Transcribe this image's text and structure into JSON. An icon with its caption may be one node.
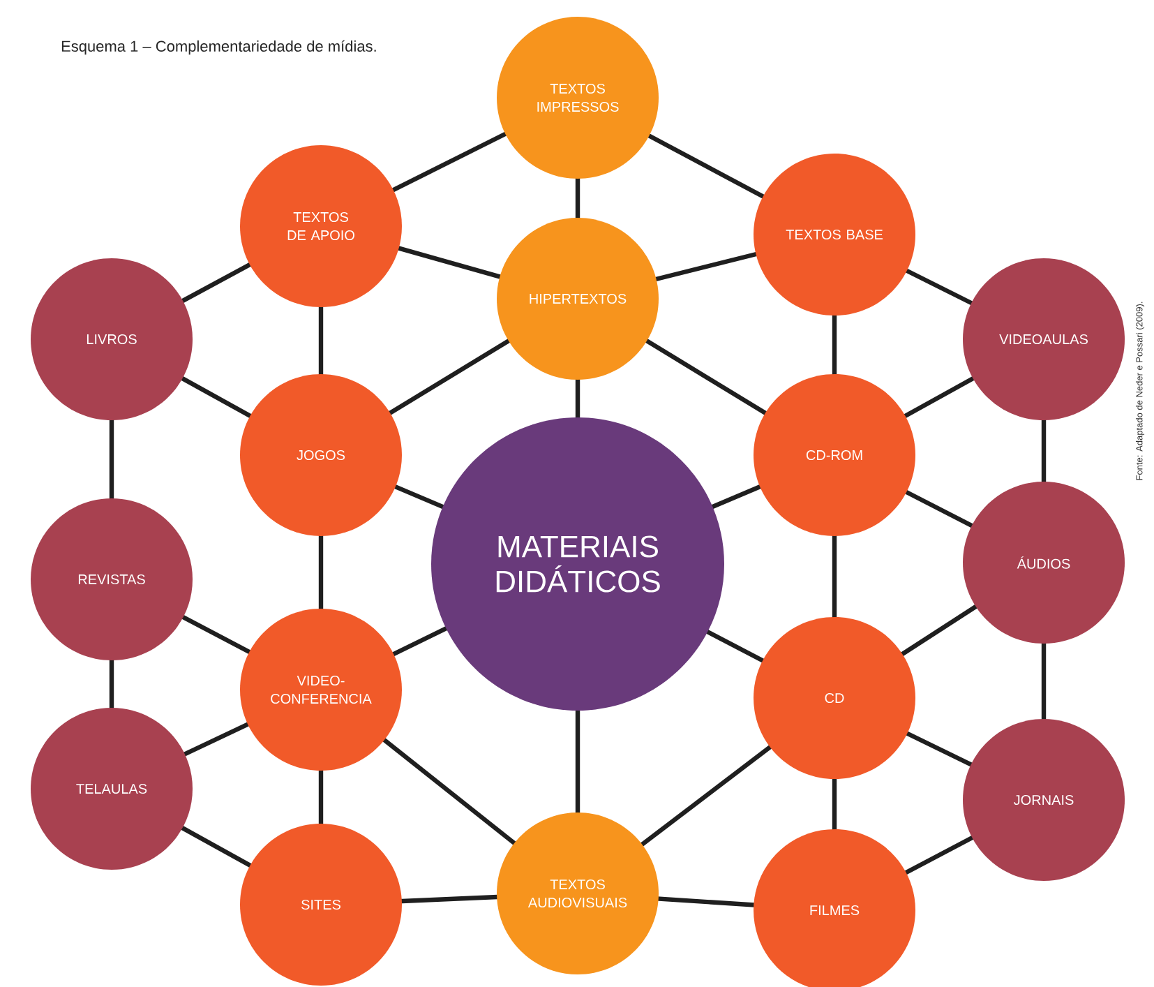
{
  "diagram": {
    "title": "Esquema 1 – Complementariedade de mídias.",
    "nodes": [
      {
        "text": [
          "TEXTOS IMPRESSOS"
        ]
      },
      {
        "text": [
          "TEXTOS DE APOIO"
        ]
      },
      {
        "text": [
          "TEXTOS BASE"
        ]
      },
      {
        "text": [
          "HIPERTEXTOS"
        ]
      },
      {
        "text": [
          "LIVROS"
        ]
      },
      {
        "text": [
          "VIDEOAULAS"
        ]
      },
      {
        "text": [
          "JOGOS"
        ]
      },
      {
        "text": [
          "CD-ROM"
        ]
      },
      {
        "text": [
          "MATERIAIS DIDÁTICOS"
        ]
      },
      {
        "text": [
          "REVISTAS"
        ]
      },
      {
        "text": [
          "ÁUDIOS"
        ]
      },
      {
        "text": [
          "VIDEO- CONFERENCIA"
        ]
      },
      {
        "text": [
          "CD"
        ]
      },
      {
        "text": [
          "TELAULAS"
        ]
      },
      {
        "text": [
          "JORNAIS"
        ]
      },
      {
        "text": [
          "SITES"
        ]
      },
      {
        "text": [
          "TEXTOS AUDIOVISUAIS"
        ]
      },
      {
        "text": [
          "FILMES"
        ]
      }
    ],
    "edges": [
      {
        "from": 0,
        "to": 1,
        "arrow": "none"
      },
      {
        "from": 0,
        "to": 2,
        "arrow": "none"
      },
      {
        "from": 0,
        "to": 3,
        "arrow": "none"
      },
      {
        "from": 1,
        "to": 3,
        "arrow": "none"
      },
      {
        "from": 1,
        "to": 4,
        "arrow": "none"
      },
      {
        "from": 1,
        "to": 6,
        "arrow": "none"
      },
      {
        "from": 2,
        "to": 3,
        "arrow": "none"
      },
      {
        "from": 2,
        "to": 5,
        "arrow": "none"
      },
      {
        "from": 2,
        "to": 7,
        "arrow": "none"
      },
      {
        "from": 3,
        "to": 6,
        "arrow": "none"
      },
      {
        "from": 3,
        "to": 7,
        "arrow": "none"
      },
      {
        "from": 3,
        "to": 8,
        "arrow": "none"
      },
      {
        "from": 4,
        "to": 6,
        "arrow": "none"
      },
      {
        "from": 4,
        "to": 9,
        "arrow": "none"
      },
      {
        "from": 5,
        "to": 7,
        "arrow": "none"
      },
      {
        "from": 5,
        "to": 10,
        "arrow": "none"
      },
      {
        "from": 6,
        "to": 8,
        "arrow": "none"
      },
      {
        "from": 6,
        "to": 11,
        "arrow": "none"
      },
      {
        "from": 7,
        "to": 8,
        "arrow": "none"
      },
      {
        "from": 7,
        "to": 10,
        "arrow": "none"
      },
      {
        "from": 7,
        "to": 12,
        "arrow": "none"
      },
      {
        "from": 8,
        "to": 11,
        "arrow": "none"
      },
      {
        "from": 8,
        "to": 12,
        "arrow": "none"
      },
      {
        "from": 8,
        "to": 16,
        "arrow": "none"
      },
      {
        "from": 9,
        "to": 11,
        "arrow": "none"
      },
      {
        "from": 9,
        "to": 13,
        "arrow": "none"
      },
      {
        "from": 10,
        "to": 12,
        "arrow": "none"
      },
      {
        "from": 10,
        "to": 14,
        "arrow": "none"
      },
      {
        "from": 11,
        "to": 13,
        "arrow": "none"
      },
      {
        "from": 11,
        "to": 15,
        "arrow": "none"
      },
      {
        "from": 11,
        "to": 16,
        "arrow": "none"
      },
      {
        "from": 12,
        "to": 14,
        "arrow": "none"
      },
      {
        "from": 12,
        "to": 16,
        "arrow": "none"
      },
      {
        "from": 12,
        "to": 17,
        "arrow": "none"
      },
      {
        "from": 13,
        "to": 15,
        "arrow": "none"
      },
      {
        "from": 14,
        "to": 17,
        "arrow": "none"
      },
      {
        "from": 15,
        "to": 16,
        "arrow": "none"
      },
      {
        "from": 16,
        "to": 17,
        "arrow": "none"
      }
    ],
    "labels": [
      "Fonte: Adaptado de Neder e Possari (2009)."
    ]
  }
}
